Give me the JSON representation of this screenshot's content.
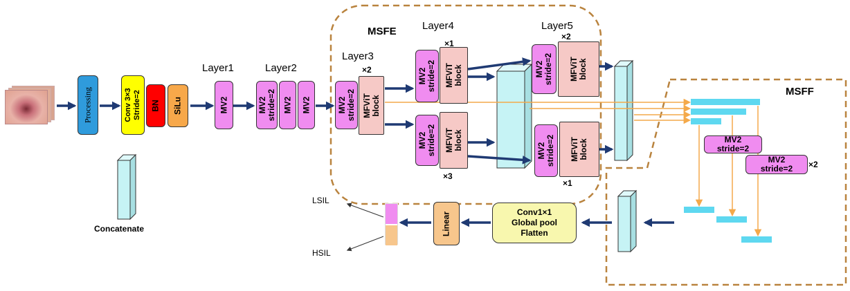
{
  "stem": {
    "processing": "Processing",
    "conv": "Conv 3×3 Stride=2",
    "bn": "BN",
    "silu": "SiLu"
  },
  "legend": {
    "concatenate": "Concatenate"
  },
  "layers": {
    "layer1": "Layer1",
    "layer2": "Layer2",
    "layer3": "Layer3",
    "layer4": "Layer4",
    "layer5": "Layer5"
  },
  "blocks": {
    "mv2": "MV2",
    "mv2_s2": "MV2 stride=2",
    "mfvit": "MFViT block"
  },
  "multipliers": {
    "x1": "×1",
    "x2": "×2",
    "x3": "×3"
  },
  "groups": {
    "msfe": "MSFE",
    "msff": "MSFF"
  },
  "msff": {
    "mv2_a": "MV2 stride=2",
    "mv2_b": "MV2 stride=2",
    "mult": "×2"
  },
  "head": {
    "pool": "Conv1×1 Global pool Flatten",
    "linear": "Linear",
    "lsil": "LSIL",
    "hsil": "HSIL"
  },
  "colors": {
    "arrow": "#1f3a73",
    "orange_line": "#f4a94a",
    "dashed": "#b9833e",
    "processing": "#2f9bdc",
    "conv": "#ffff00",
    "bn": "#ff0000",
    "silu": "#f7a84a",
    "mv2": "#f08cf0",
    "mfvit": "#f6c9c6",
    "cuboid": "#c6f3f5",
    "bar": "#5ed8f0",
    "pool": "#f8f7ae",
    "linear": "#f7c68c"
  }
}
